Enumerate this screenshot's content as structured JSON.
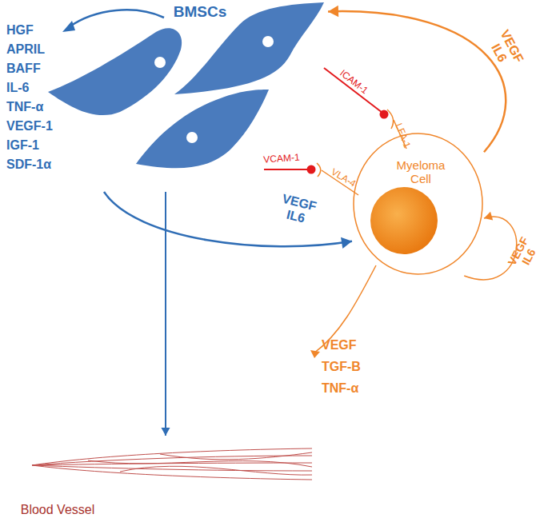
{
  "diagram": {
    "nodes": [
      {
        "text": [
          "BMSCs"
        ]
      },
      {
        "text": [
          "Myeloma Cell"
        ]
      },
      {
        "text": [
          "Blood Vessel"
        ]
      }
    ],
    "edges": [
      {
        "from": 0,
        "to": 1,
        "label": "VEGF IL6",
        "arrow": "to"
      },
      {
        "from": 1,
        "to": 0,
        "label": "VEGF IL6",
        "arrow": "to"
      },
      {
        "from": 1,
        "to": 1,
        "label": "VEGF IL6",
        "arrow": "to"
      },
      {
        "from": 0,
        "to": 2,
        "arrow": "to"
      }
    ],
    "labels": [
      "HGF",
      "APRIL",
      "BAFF",
      "IL-6",
      "TNF-α",
      "VEGF-1",
      "IGF-1",
      "SDF-1α",
      "ICAM-1",
      "LFA-1",
      "VCAM-1",
      "VLA-4",
      "VEGF",
      "TGF-B",
      "TNF-α"
    ]
  }
}
